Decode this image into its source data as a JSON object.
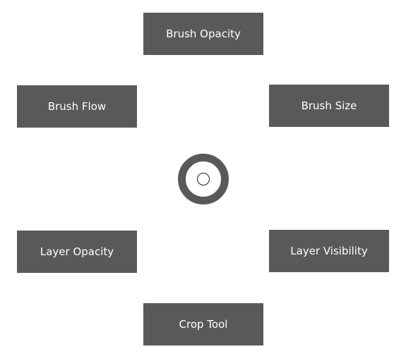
{
  "pie_menu": {
    "items": [
      {
        "label": "Brush Opacity"
      },
      {
        "label": "Brush Flow"
      },
      {
        "label": "Brush Size"
      },
      {
        "label": "Layer Opacity"
      },
      {
        "label": "Layer Visibility"
      },
      {
        "label": "Crop Tool"
      }
    ]
  },
  "theme": {
    "button_color": "#595959",
    "text_color": "#ffffff",
    "background": "#ffffff"
  }
}
